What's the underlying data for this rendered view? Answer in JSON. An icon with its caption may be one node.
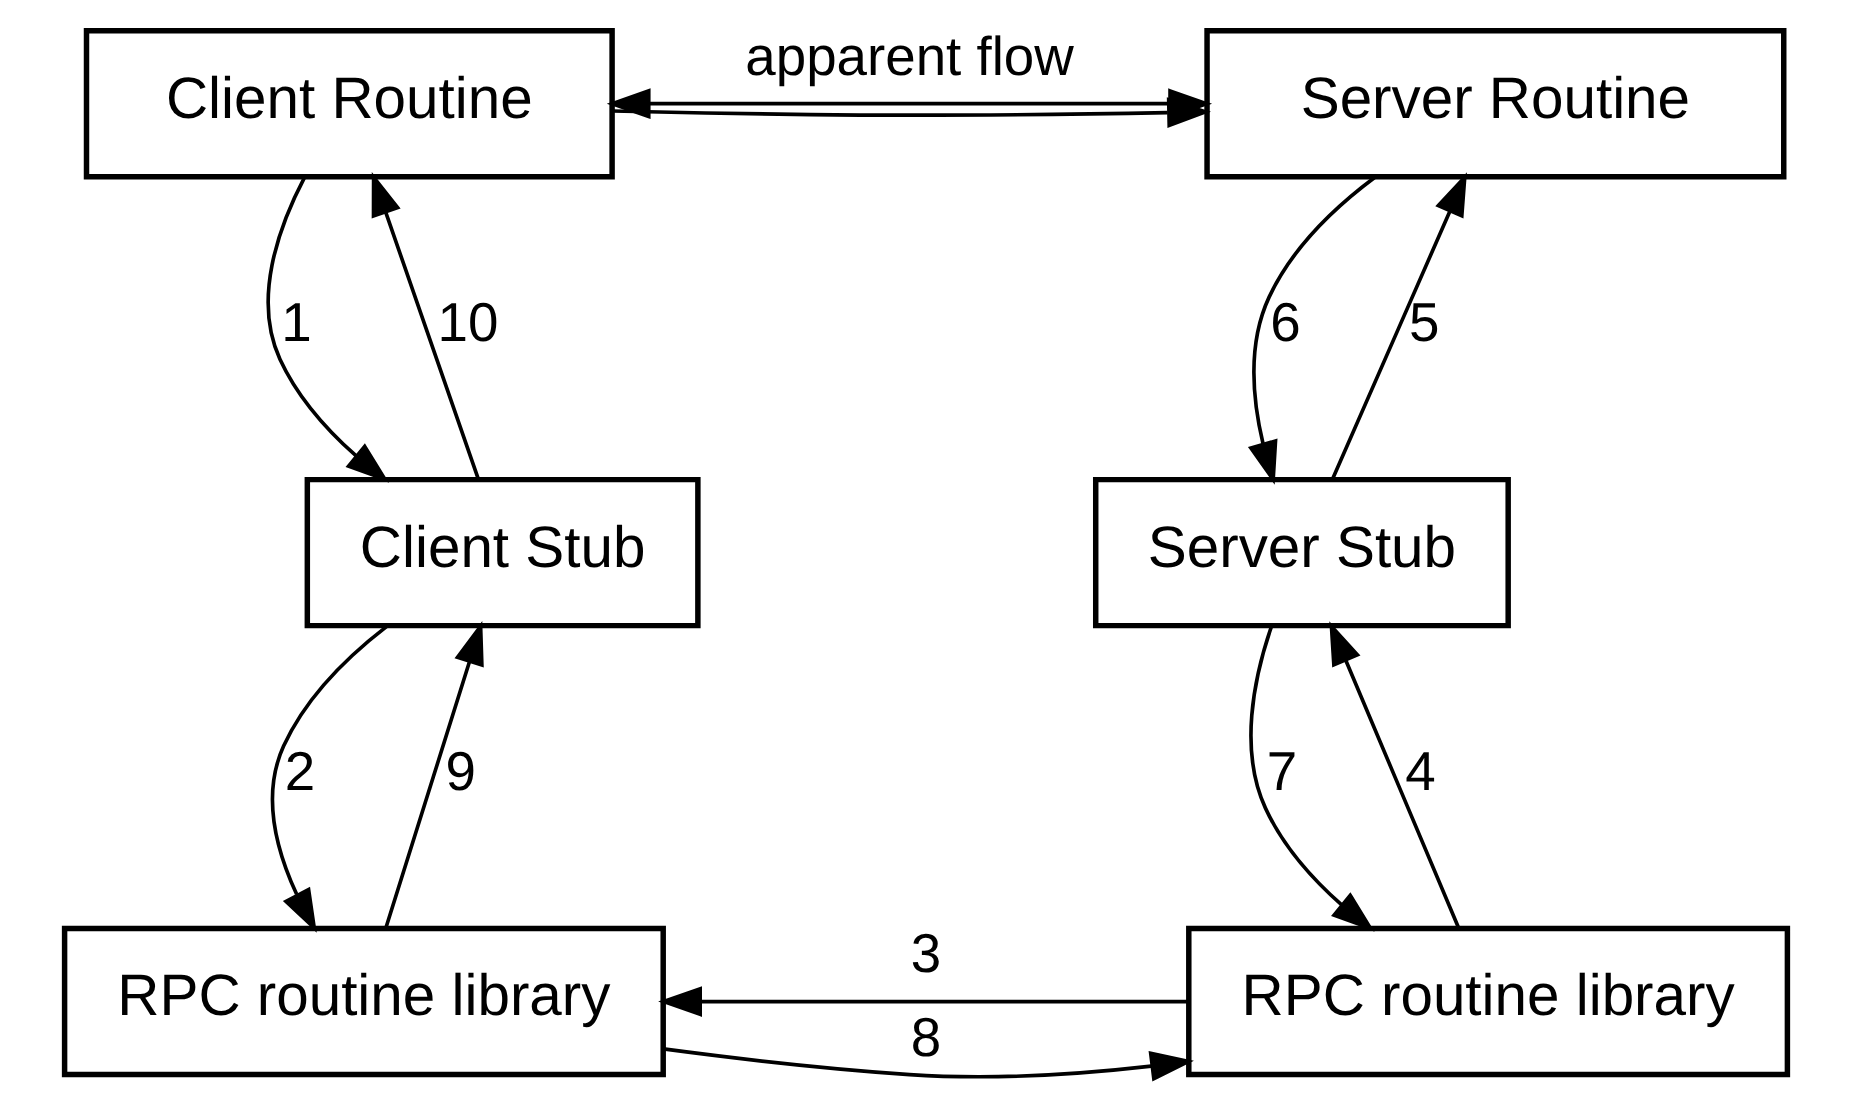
{
  "diagram": {
    "nodes": [
      {
        "text": [
          "Client Routine"
        ]
      },
      {
        "text": [
          "Server Routine"
        ]
      },
      {
        "text": [
          "Client Stub"
        ]
      },
      {
        "text": [
          "Server Stub"
        ]
      },
      {
        "text": [
          "RPC routine library"
        ]
      },
      {
        "text": [
          "RPC routine library"
        ]
      }
    ],
    "edges": [
      {
        "from": 0,
        "to": 1,
        "arrow": "both",
        "label": "apparent flow"
      },
      {
        "from": 0,
        "to": 1,
        "arrow": "to"
      },
      {
        "from": 0,
        "to": 2,
        "arrow": "to",
        "label": "1"
      },
      {
        "from": 2,
        "to": 0,
        "arrow": "to",
        "label": "10"
      },
      {
        "from": 2,
        "to": 4,
        "arrow": "to",
        "label": "2"
      },
      {
        "from": 4,
        "to": 2,
        "arrow": "to",
        "label": "9"
      },
      {
        "from": 5,
        "to": 4,
        "arrow": "to",
        "label": "3"
      },
      {
        "from": 4,
        "to": 5,
        "arrow": "to",
        "label": "8"
      },
      {
        "from": 1,
        "to": 3,
        "arrow": "to",
        "label": "6"
      },
      {
        "from": 3,
        "to": 1,
        "arrow": "to",
        "label": "5"
      },
      {
        "from": 3,
        "to": 5,
        "arrow": "to",
        "label": "7"
      },
      {
        "from": 5,
        "to": 3,
        "arrow": "to",
        "label": "4"
      }
    ]
  }
}
